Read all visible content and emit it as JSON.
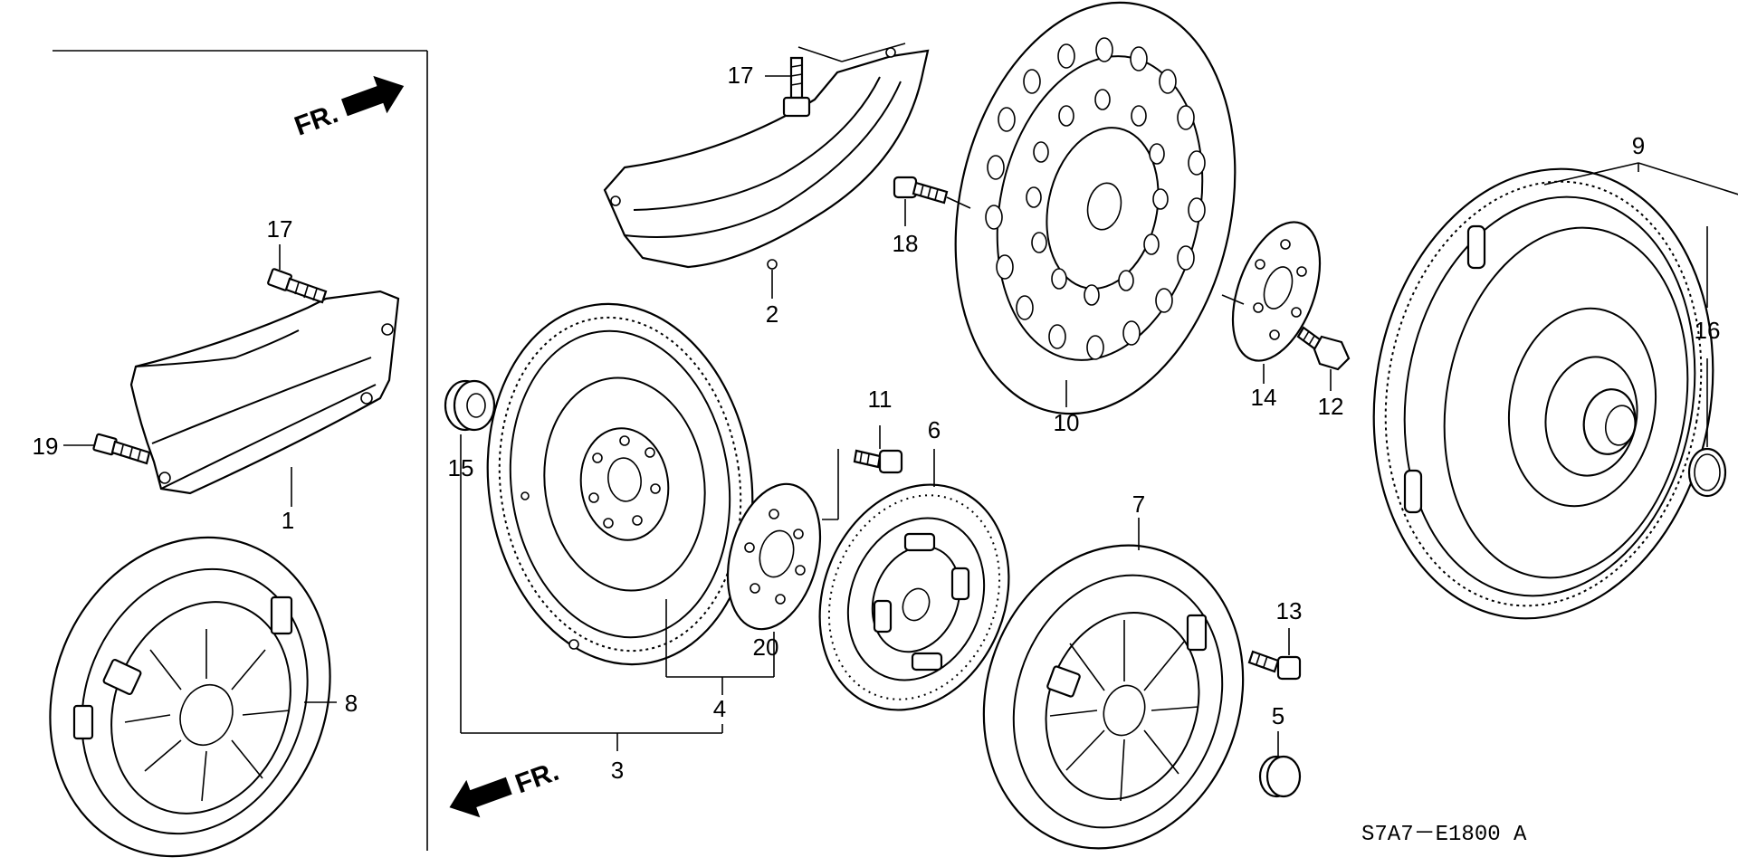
{
  "labels": {
    "p1": "1",
    "p2": "2",
    "p3": "3",
    "p4": "4",
    "p5": "5",
    "p6": "6",
    "p7": "7",
    "p8": "8",
    "p9": "9",
    "p10": "10",
    "p11": "11",
    "p12": "12",
    "p13": "13",
    "p14": "14",
    "p15": "15",
    "p16": "16",
    "p17a": "17",
    "p17b": "17",
    "p18": "18",
    "p19": "19",
    "p20": "20"
  },
  "front_marker": {
    "upper": "FR.",
    "lower": "FR."
  },
  "diagram_code": "S7A7－E1800 A"
}
